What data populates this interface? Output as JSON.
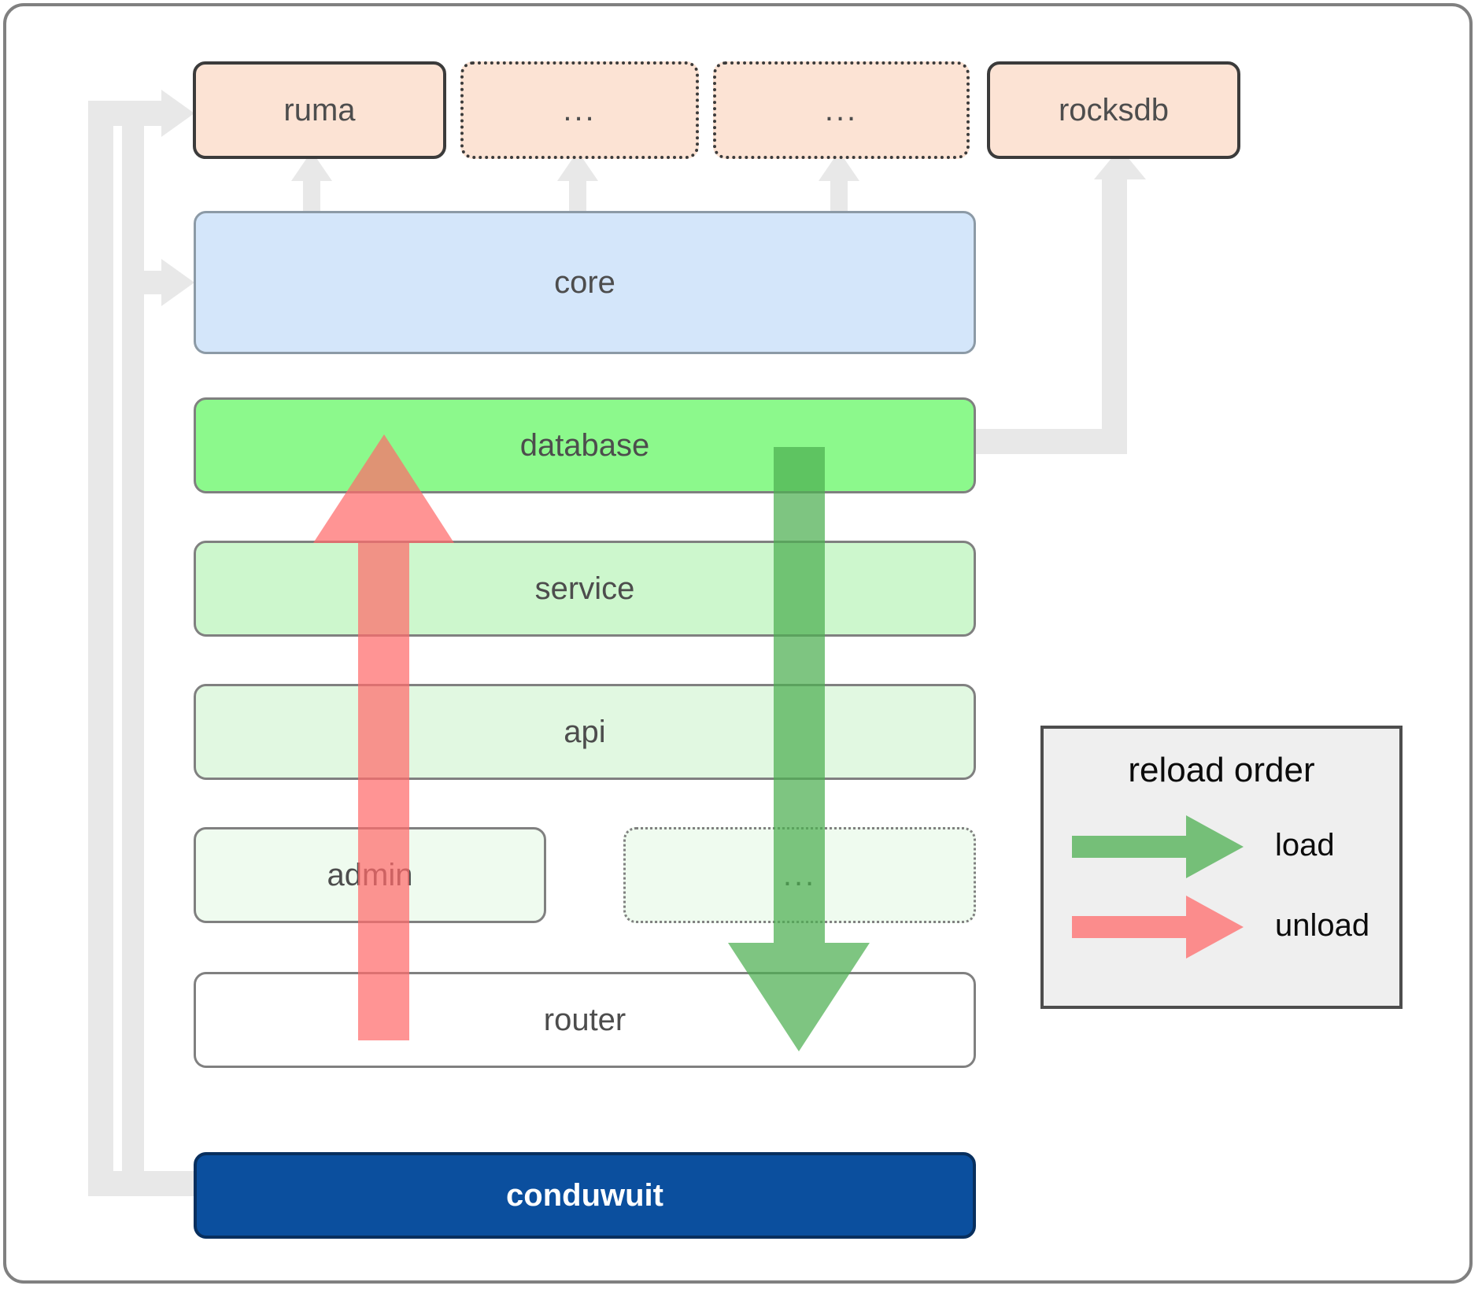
{
  "diagram": {
    "title": "conduwuit crate layer / reload order diagram",
    "colors": {
      "frame_border": "#808080",
      "dependency_box_fill": "#fce3d4",
      "dependency_box_border": "#3b3b3b",
      "core_fill": "#d4e6fa",
      "core_border": "#8c9aa6",
      "database_fill": "#8cf98c",
      "service_fill": "#cdf7cd",
      "api_fill": "#e1f8e1",
      "admin_fill": "#effbef",
      "router_fill": "#ffffff",
      "layer_border": "#808080",
      "app_fill": "#0b4f9e",
      "app_text": "#ffffff",
      "connector_gray": "#e8e8e8",
      "load_arrow": "#4caf50",
      "unload_arrow": "#ff6b6b",
      "legend_fill": "#efefef",
      "legend_border": "#4d4d4d",
      "label_text": "#4d4d4d"
    },
    "top_row": [
      {
        "id": "ruma",
        "label": "ruma",
        "style": "solid",
        "is_ellipsis": false
      },
      {
        "id": "ellipsis-1",
        "label": "...",
        "style": "dotted",
        "is_ellipsis": true
      },
      {
        "id": "ellipsis-2",
        "label": "...",
        "style": "dotted",
        "is_ellipsis": true
      },
      {
        "id": "rocksdb",
        "label": "rocksdb",
        "style": "solid",
        "is_ellipsis": false
      }
    ],
    "layers": [
      {
        "id": "core",
        "label": "core",
        "style": "solid",
        "is_ellipsis": false
      },
      {
        "id": "database",
        "label": "database",
        "style": "solid",
        "is_ellipsis": false
      },
      {
        "id": "service",
        "label": "service",
        "style": "solid",
        "is_ellipsis": false
      },
      {
        "id": "api",
        "label": "api",
        "style": "solid",
        "is_ellipsis": false
      },
      {
        "id": "admin",
        "label": "admin",
        "style": "solid",
        "is_ellipsis": false
      },
      {
        "id": "admin-ellipsis",
        "label": "...",
        "style": "dotted",
        "is_ellipsis": true
      },
      {
        "id": "router",
        "label": "router",
        "style": "solid",
        "is_ellipsis": false
      }
    ],
    "application": {
      "id": "conduwuit",
      "label": "conduwuit"
    },
    "legend": {
      "title": "reload order",
      "entries": [
        {
          "id": "load",
          "label": "load",
          "color": "#4caf50"
        },
        {
          "id": "unload",
          "label": "unload",
          "color": "#ff6b6b"
        }
      ]
    }
  }
}
